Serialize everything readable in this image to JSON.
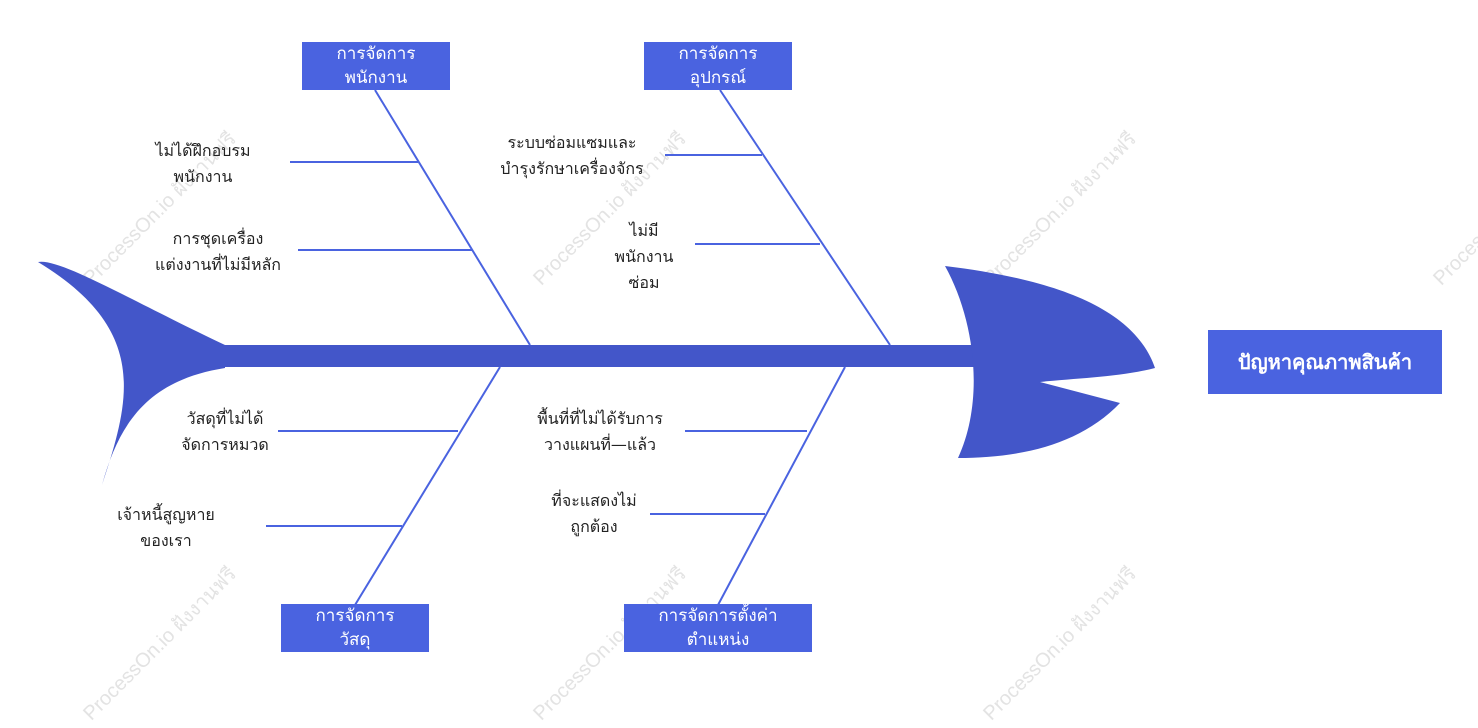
{
  "watermark": "ProcessOn.io ฝังงานฟรี",
  "colors": {
    "fish": "#4356c9",
    "box": "#4a63e0",
    "bone": "#4a63e0"
  },
  "problem": "ปัญหาคุณภาพสินค้า",
  "categories": {
    "people": "การจัดการ\nพนักงาน",
    "equipment": "การจัดการ\nอุปกรณ์",
    "materials": "การจัดการ\nวัสดุ",
    "position": "การจัดการตั้งค่า\nตำแหน่ง"
  },
  "causes": {
    "people_1": "ไม่ได้ฝึกอบรม\nพนักงาน",
    "people_2": "การชุดเครื่อง\nแต่งงานที่ไม่มีหลัก",
    "equipment_1": "ระบบซ่อมแซมและ\nบำรุงรักษาเครื่องจักร",
    "equipment_2": "ไม่มี\nพนักงาน\nซ่อม",
    "materials_1": "วัสดุที่ไม่ได้\nจัดการหมวด",
    "materials_2": "เจ้าหนี้สูญหาย\nของเรา",
    "position_1": "พื้นที่ที่ไม่ได้รับการ\nวางแผนที่—แล้ว",
    "position_2": "ที่จะแสดงไม่\nถูกต้อง"
  }
}
